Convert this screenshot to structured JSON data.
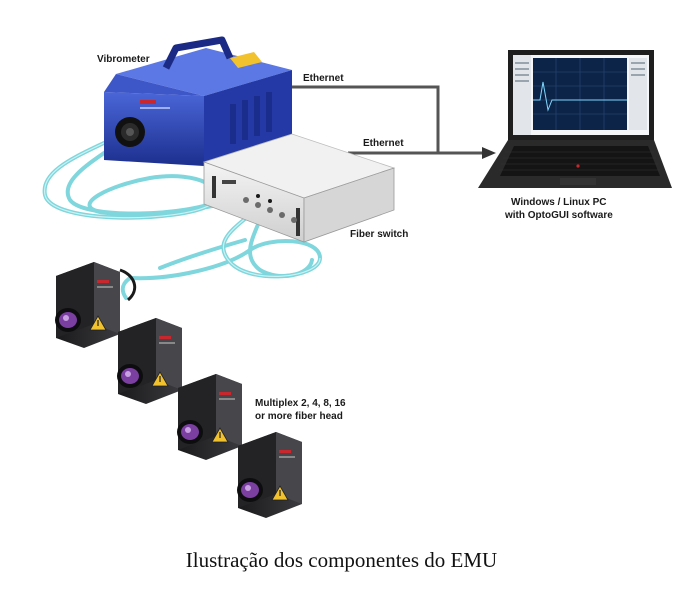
{
  "labels": {
    "vibrometer": "Vibrometer",
    "ethernet_top": "Ethernet",
    "ethernet_bottom": "Ethernet",
    "pc_line1": "Windows / Linux PC",
    "pc_line2": "with OptoGUI software",
    "fiber_switch": "Fiber switch",
    "multiplex_line1": "Multiplex 2, 4, 8, 16",
    "multiplex_line2": "or more fiber head"
  },
  "caption": "Ilustração dos componentes do EMU",
  "colors": {
    "vibrometer_body": "#2a45b8",
    "fiber_cable": "#7fd6dc",
    "ethernet_cable": "#555555",
    "sensor_head": "#2b2b2e",
    "lens": "#7a3fa0",
    "warning": "#f2c12e",
    "switch_body": "#e8e8e8",
    "laptop_body": "#1e1e1e"
  }
}
